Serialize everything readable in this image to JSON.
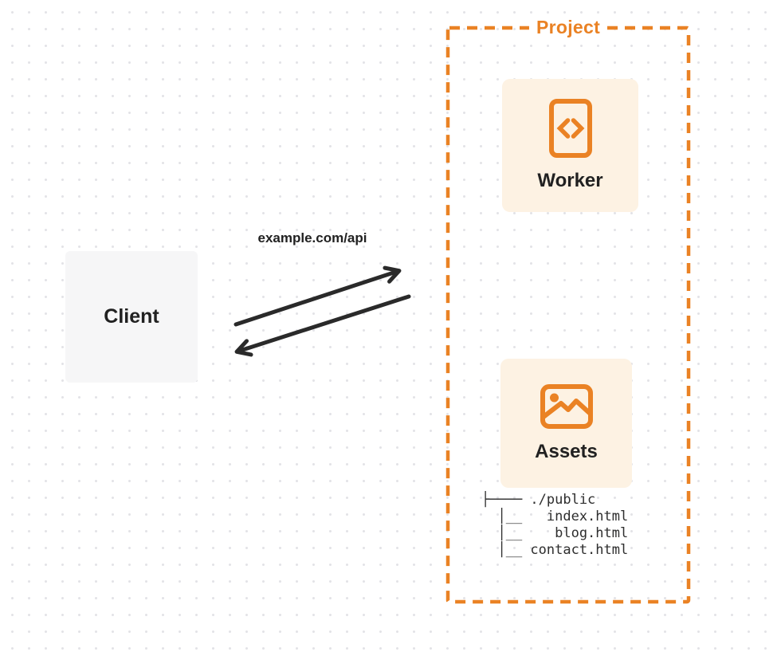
{
  "colors": {
    "orange": "#EA8224",
    "card-bg": "#FDF2E3",
    "client-bg": "#F6F6F7",
    "ink": "#212121",
    "arrow": "#2A2A2A",
    "tree-ink": "#2E2E2E",
    "dot-color": "#E3E3E7"
  },
  "client": {
    "label": "Client"
  },
  "request": {
    "url_label": "example.com/api"
  },
  "arrows": {
    "request_arrow": "client-to-project",
    "response_arrow": "project-to-client"
  },
  "project": {
    "label": "Project",
    "worker": {
      "label": "Worker",
      "icon": "code-file-icon"
    },
    "assets": {
      "label": "Assets",
      "icon": "image-icon"
    },
    "file_tree": {
      "lines": [
        "├──── ./public",
        "  │__   index.html",
        "  │__    blog.html",
        "  │__ contact.html"
      ]
    }
  }
}
